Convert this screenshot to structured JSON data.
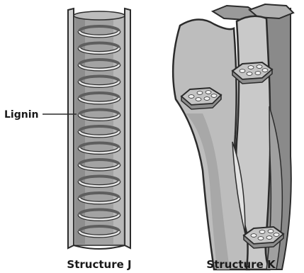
{
  "labels": {
    "lignin": "Lignin",
    "structure_j": "Structure J",
    "structure_k": "Structure K"
  },
  "colors": {
    "outline": "#2b2b2b",
    "wall_light": "#d4d4d4",
    "wall_mid": "#b4b4b4",
    "wall_dark": "#8a8a8a",
    "lumen": "#9a9a9a",
    "coil": "#e6e6e6",
    "plate": "#c8c8c8",
    "pore": "#f2f2f2"
  }
}
